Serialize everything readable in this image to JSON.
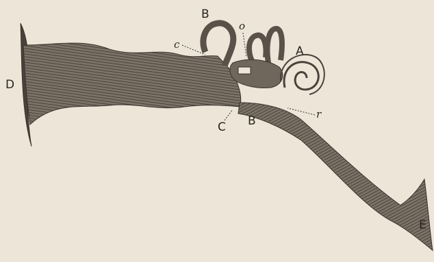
{
  "labels": {
    "D": "D",
    "B_top": "B",
    "c": "c",
    "o": "o",
    "A": "A",
    "C": "C",
    "B_bottom": "B",
    "r": "r",
    "E": "E"
  },
  "colors": {
    "paper": "#ece5d8",
    "ink": "#2a241e",
    "tissue": "#6f665c",
    "tissue_dark": "#4a423a"
  }
}
